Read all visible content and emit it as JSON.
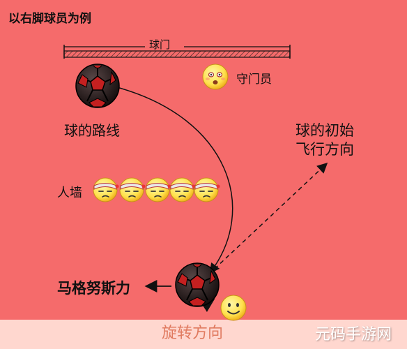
{
  "title": "以右脚球员为例",
  "goal_label": "球门",
  "goalkeeper_label": "守门员",
  "ball_path_label": "球的路线",
  "initial_direction_label": "球的初始\n飞行方向",
  "wall_label": "人墙",
  "magnus_label": "马格努斯力",
  "spin_label": "旋转方向",
  "watermark": "元码手游网",
  "colors": {
    "background": "#f56b6b",
    "ball_black": "#1a1212",
    "ball_red": "#c42020",
    "emoji_yellow": "#ffe14d",
    "headband": "#e8e8e8",
    "bottom_band": "#ffd7cf"
  },
  "icons": [
    "soccer-ball-icon",
    "smiley-face-icon",
    "arrow-icon",
    "curved-arrow-icon"
  ]
}
